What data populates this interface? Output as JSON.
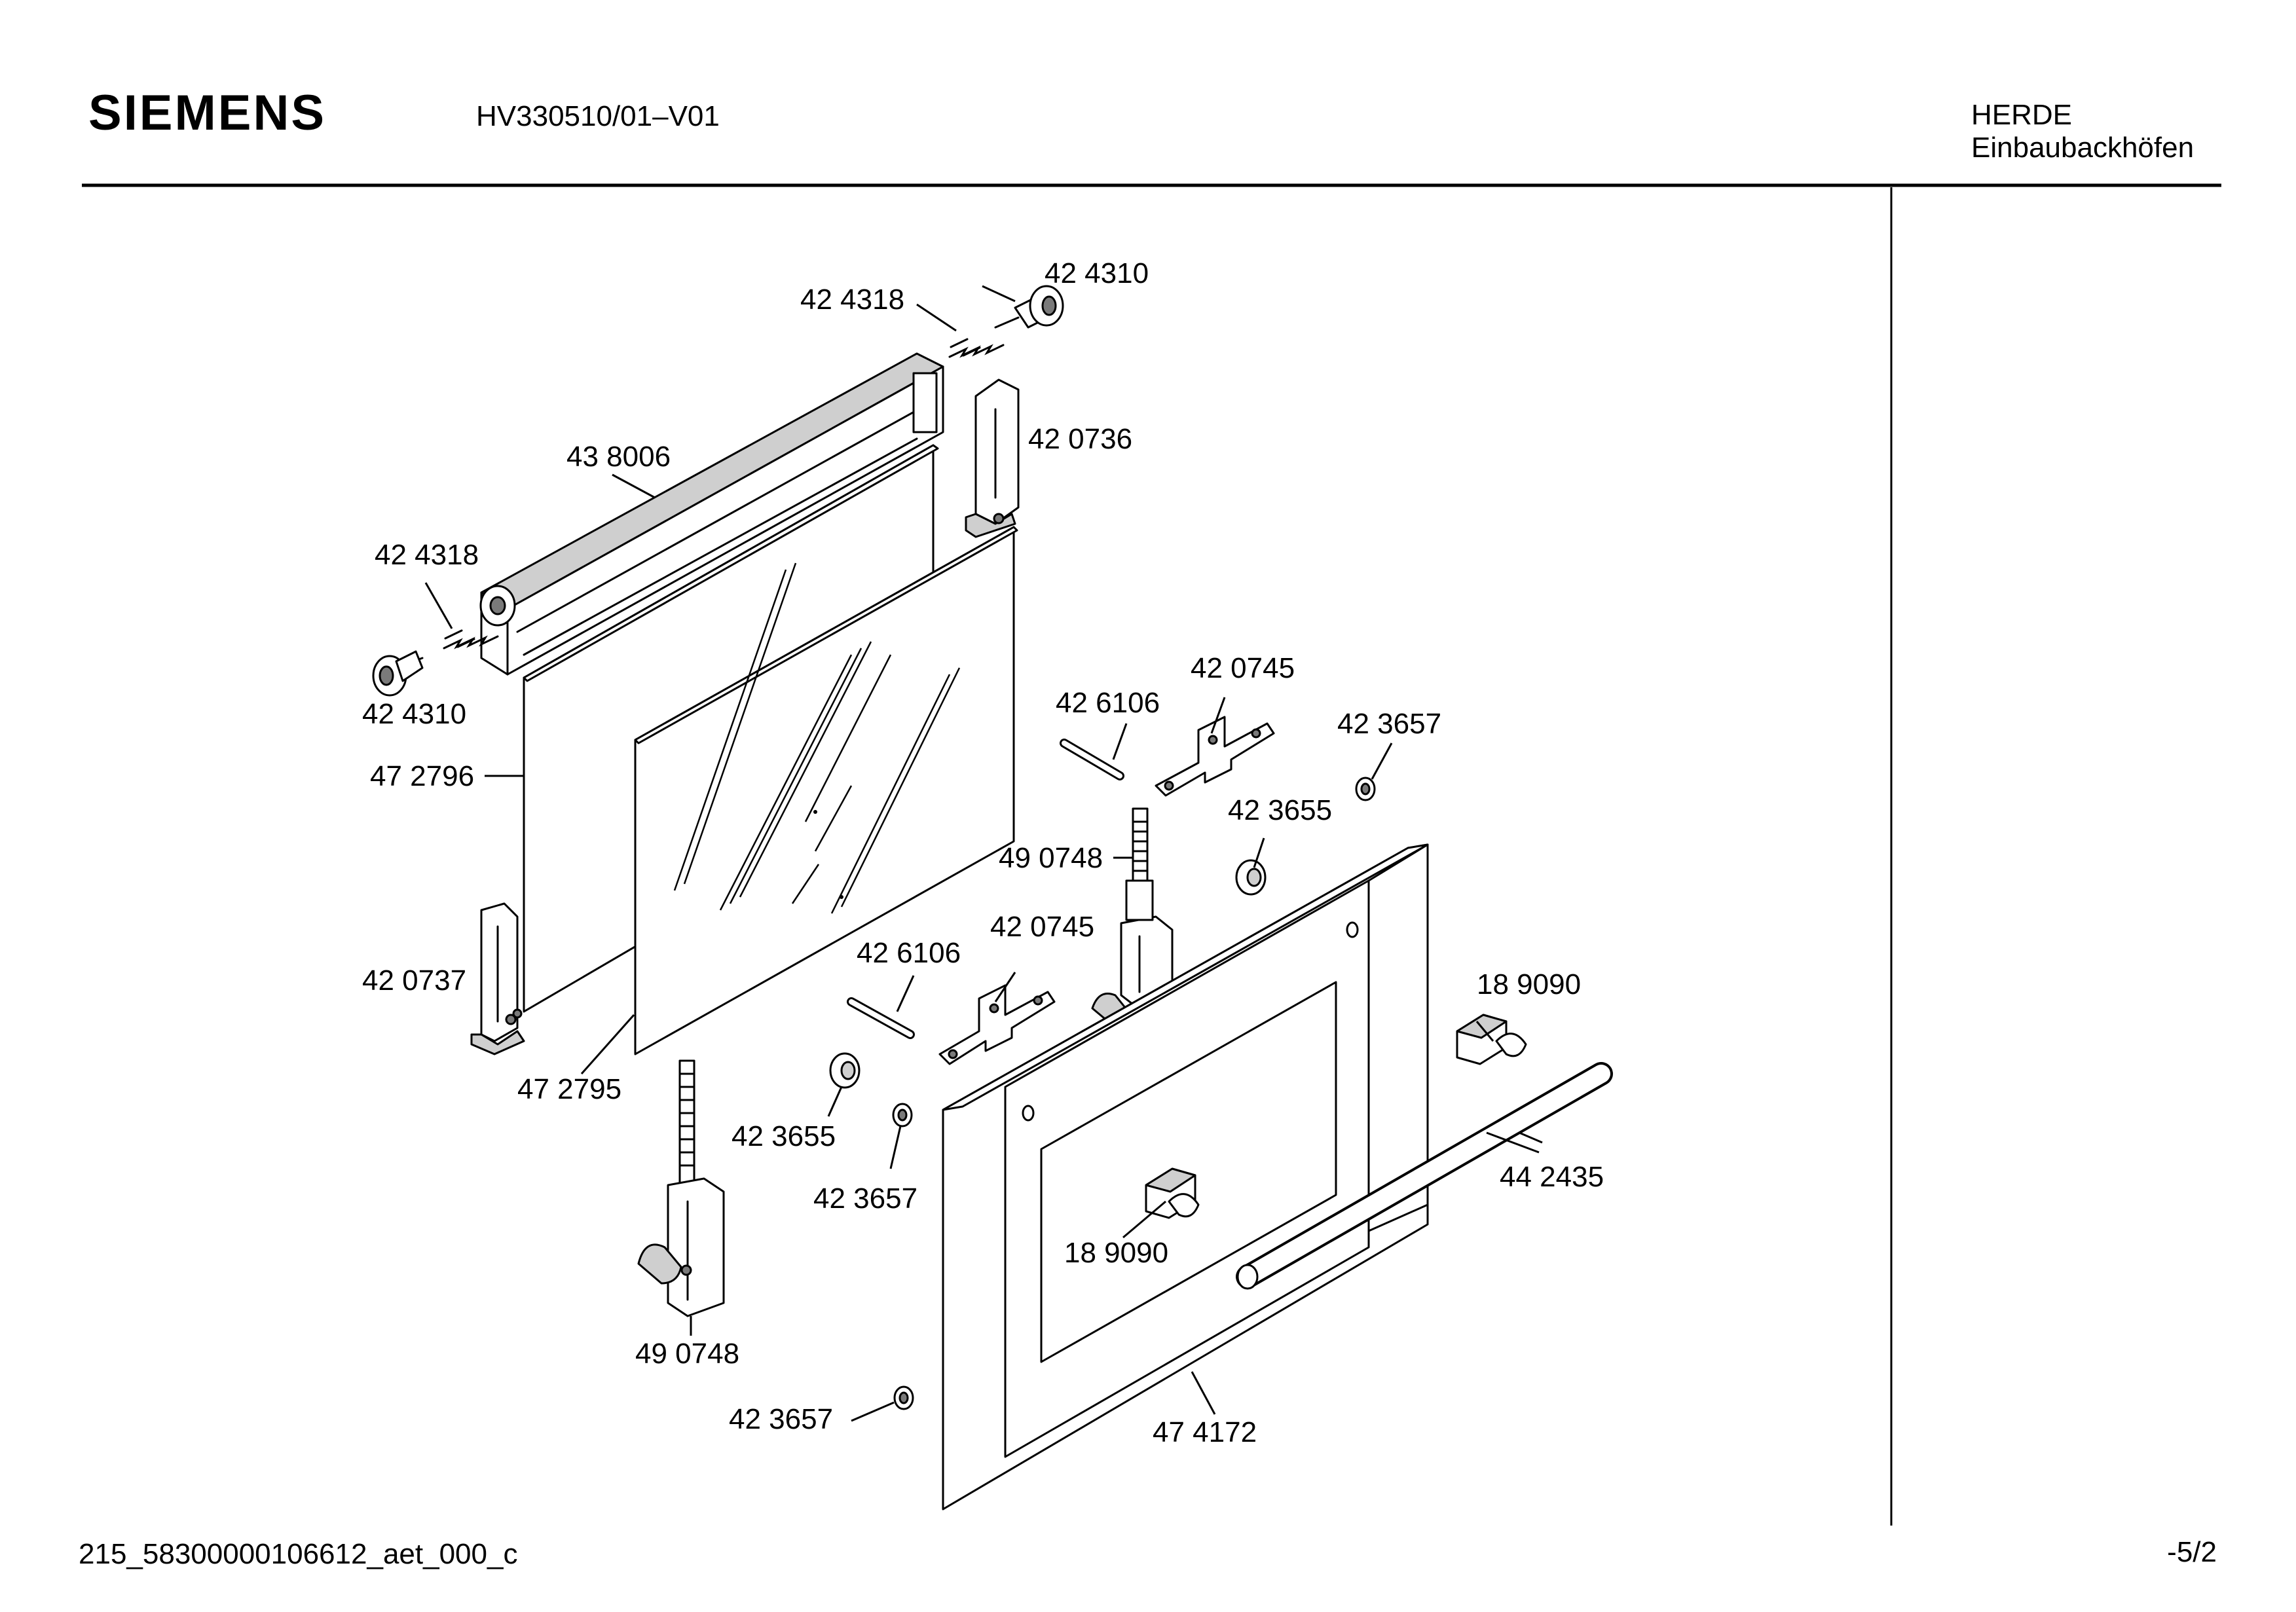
{
  "header": {
    "brand": "SIEMENS",
    "model": "HV330510/01–V01",
    "category": "HERDE",
    "subcategory": "Einbaubackhöfen"
  },
  "footer": {
    "document_id": "215_58300000106612_aet_000_c",
    "page": "-5/2"
  },
  "parts": [
    {
      "id": "p_424310_top",
      "label": "42 4310",
      "part": "knob-screw-icon"
    },
    {
      "id": "p_424318_top",
      "label": "42 4318",
      "part": "spring-icon"
    },
    {
      "id": "p_420736",
      "label": "42 0736",
      "part": "side-bracket-icon"
    },
    {
      "id": "p_438006",
      "label": "43 8006",
      "part": "top-trim-bar-icon"
    },
    {
      "id": "p_424318_left",
      "label": "42 4318",
      "part": "spring-icon"
    },
    {
      "id": "p_424310_left",
      "label": "42 4310",
      "part": "knob-screw-icon"
    },
    {
      "id": "p_472796",
      "label": "47 2796",
      "part": "inner-glass-panel-icon"
    },
    {
      "id": "p_420737",
      "label": "42 0737",
      "part": "side-bracket-icon"
    },
    {
      "id": "p_472795",
      "label": "47 2795",
      "part": "middle-glass-panel-icon"
    },
    {
      "id": "p_420745_top",
      "label": "42 0745",
      "part": "hinge-plate-icon"
    },
    {
      "id": "p_426106_top",
      "label": "42 6106",
      "part": "pin-icon"
    },
    {
      "id": "p_423657_top",
      "label": "42 3657",
      "part": "washer-icon"
    },
    {
      "id": "p_423655_top",
      "label": "42 3655",
      "part": "bushing-icon"
    },
    {
      "id": "p_490748_top",
      "label": "49 0748",
      "part": "hinge-icon"
    },
    {
      "id": "p_420745_mid",
      "label": "42 0745",
      "part": "hinge-plate-icon"
    },
    {
      "id": "p_426106_mid",
      "label": "42 6106",
      "part": "pin-icon"
    },
    {
      "id": "p_189090_right",
      "label": "18 9090",
      "part": "handle-mount-icon"
    },
    {
      "id": "p_423655_low",
      "label": "42 3655",
      "part": "bushing-icon"
    },
    {
      "id": "p_423657_mid",
      "label": "42 3657",
      "part": "washer-icon"
    },
    {
      "id": "p_442435",
      "label": "44 2435",
      "part": "door-handle-icon"
    },
    {
      "id": "p_189090_center",
      "label": "18 9090",
      "part": "handle-mount-icon"
    },
    {
      "id": "p_490748_low",
      "label": "49 0748",
      "part": "hinge-icon"
    },
    {
      "id": "p_423657_low",
      "label": "42 3657",
      "part": "washer-icon"
    },
    {
      "id": "p_474172",
      "label": "47 4172",
      "part": "outer-door-panel-icon"
    }
  ]
}
